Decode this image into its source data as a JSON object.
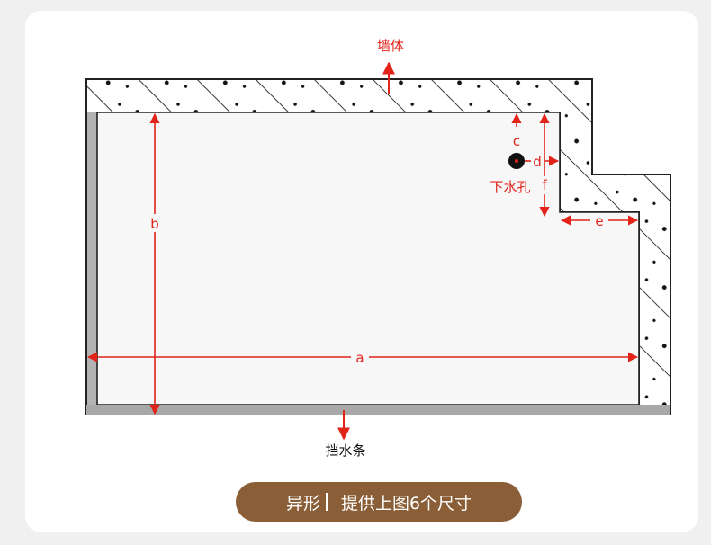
{
  "labels": {
    "wall": "墙体",
    "drain": "下水孔",
    "strip": "挡水条",
    "a": "a",
    "b": "b",
    "c": "c",
    "d": "d",
    "e": "e",
    "f": "f"
  },
  "footer": {
    "left": "异形",
    "right": "提供上图6个尺寸"
  },
  "colors": {
    "accent": "#e2231a",
    "pill": "#8a5e36",
    "outline": "#222222",
    "floor": "#f7f7f7"
  }
}
